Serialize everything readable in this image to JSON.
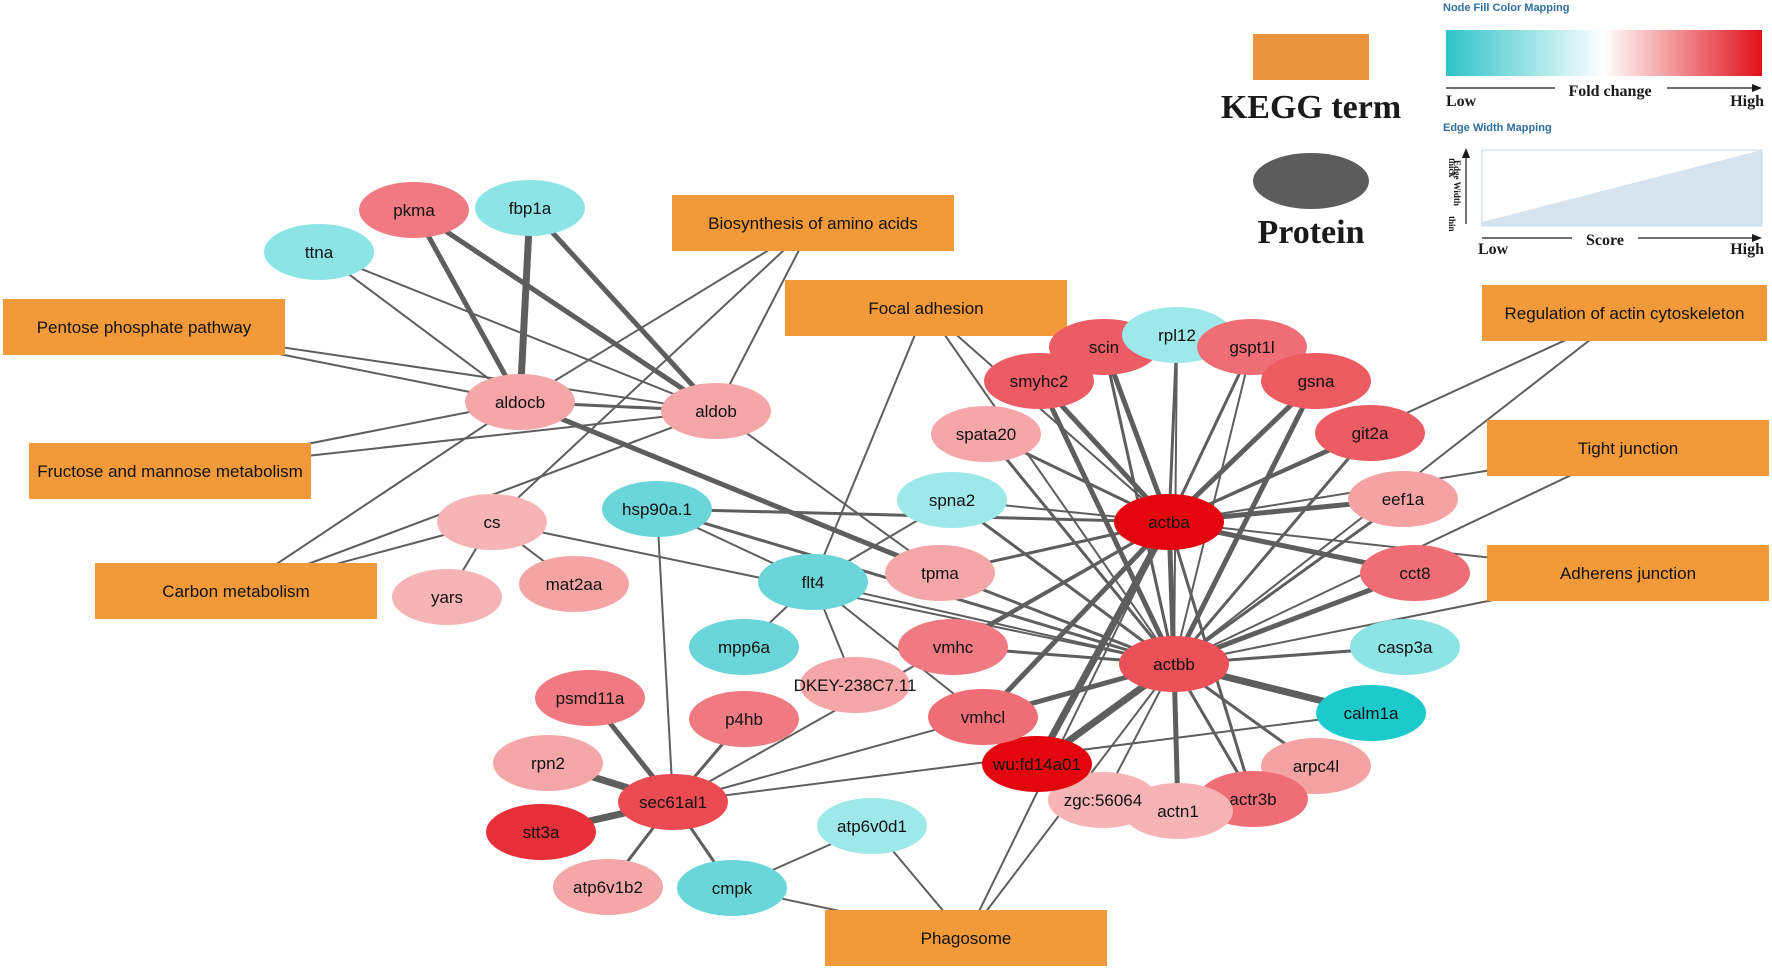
{
  "colors": {
    "edge": "#5e5e5e",
    "term_fill": "#f29a3a",
    "legend_protein": "#5c5c5c",
    "gradient_low": "#2ec4c8",
    "gradient_mid": "#ffffff",
    "gradient_high": "#e0101a",
    "edge_width_fill": "#d6e4ef"
  },
  "legend": {
    "kegg_label": "KEGG term",
    "protein_label": "Protein",
    "fill_title": "Node Fill Color Mapping",
    "fill_low": "Low",
    "fill_mid": "Fold change",
    "fill_high": "High",
    "edge_title": "Edge Width Mapping",
    "edge_axis": "Edge Width",
    "edge_thick": "thick",
    "edge_thin": "thin",
    "edge_low": "Low",
    "edge_mid": "Score",
    "edge_high": "High"
  },
  "terms": [
    {
      "id": "biosynth",
      "label": "Biosynthesis of amino acids"
    },
    {
      "id": "focal",
      "label": "Focal adhesion"
    },
    {
      "id": "regact",
      "label": "Regulation of actin cytoskeleton"
    },
    {
      "id": "pentose",
      "label": "Pentose phosphate pathway"
    },
    {
      "id": "fructose",
      "label": "Fructose and mannose metabolism"
    },
    {
      "id": "carbon",
      "label": "Carbon metabolism"
    },
    {
      "id": "tight",
      "label": "Tight junction"
    },
    {
      "id": "adherens",
      "label": "Adherens junction"
    },
    {
      "id": "phago",
      "label": "Phagosome"
    }
  ],
  "proteins": [
    {
      "id": "pkma",
      "label": "pkma",
      "color": "#f07a82"
    },
    {
      "id": "fbp1a",
      "label": "fbp1a",
      "color": "#8de4e6"
    },
    {
      "id": "ttna",
      "label": "ttna",
      "color": "#8de4e6"
    },
    {
      "id": "aldocb",
      "label": "aldocb",
      "color": "#f4a6a8"
    },
    {
      "id": "aldob",
      "label": "aldob",
      "color": "#f4a6a8"
    },
    {
      "id": "cs",
      "label": "cs",
      "color": "#f7b4b6"
    },
    {
      "id": "yars",
      "label": "yars",
      "color": "#f7b4b6"
    },
    {
      "id": "mat2aa",
      "label": "mat2aa",
      "color": "#f5a4a6"
    },
    {
      "id": "hsp90a1",
      "label": "hsp90a.1",
      "color": "#6bd6da"
    },
    {
      "id": "flt4",
      "label": "flt4",
      "color": "#6bd6da"
    },
    {
      "id": "mpp6a",
      "label": "mpp6a",
      "color": "#6bd6da"
    },
    {
      "id": "dkey",
      "label": "DKEY-238C7.11",
      "color": "#f4a6a8"
    },
    {
      "id": "tpma",
      "label": "tpma",
      "color": "#f4a6a8"
    },
    {
      "id": "spna2",
      "label": "spna2",
      "color": "#9ee8ea"
    },
    {
      "id": "spata20",
      "label": "spata20",
      "color": "#f4a6a8"
    },
    {
      "id": "smyhc2",
      "label": "smyhc2",
      "color": "#ec5c64"
    },
    {
      "id": "scin",
      "label": "scin",
      "color": "#ec5c64"
    },
    {
      "id": "rpl12",
      "label": "rpl12",
      "color": "#9ee8ea"
    },
    {
      "id": "gspt1l",
      "label": "gspt1l",
      "color": "#ef6e76"
    },
    {
      "id": "gsna",
      "label": "gsna",
      "color": "#ec5a62"
    },
    {
      "id": "git2a",
      "label": "git2a",
      "color": "#ec5c64"
    },
    {
      "id": "eef1a",
      "label": "eef1a",
      "color": "#f4a2a4"
    },
    {
      "id": "cct8",
      "label": "cct8",
      "color": "#ef6e76"
    },
    {
      "id": "casp3a",
      "label": "casp3a",
      "color": "#8de4e6"
    },
    {
      "id": "calm1a",
      "label": "calm1a",
      "color": "#1ccacc"
    },
    {
      "id": "arpc4l",
      "label": "arpc4l",
      "color": "#f4a2a4"
    },
    {
      "id": "actr3b",
      "label": "actr3b",
      "color": "#ef6e76"
    },
    {
      "id": "actn1",
      "label": "actn1",
      "color": "#f7b4b6"
    },
    {
      "id": "zgc56064",
      "label": "zgc:56064",
      "color": "#f7b4b6"
    },
    {
      "id": "wufd14a01",
      "label": "wu:fd14a01",
      "color": "#e3060e"
    },
    {
      "id": "vmhcl",
      "label": "vmhcl",
      "color": "#ef6e76"
    },
    {
      "id": "vmhc",
      "label": "vmhc",
      "color": "#f07a82"
    },
    {
      "id": "actba",
      "label": "actba",
      "color": "#e3060e"
    },
    {
      "id": "actbb",
      "label": "actbb",
      "color": "#ec5058"
    },
    {
      "id": "psmd11a",
      "label": "psmd11a",
      "color": "#f07a82"
    },
    {
      "id": "p4hb",
      "label": "p4hb",
      "color": "#f07a82"
    },
    {
      "id": "rpn2",
      "label": "rpn2",
      "color": "#f4a6a8"
    },
    {
      "id": "sec61al1",
      "label": "sec61al1",
      "color": "#ec4a52"
    },
    {
      "id": "stt3a",
      "label": "stt3a",
      "color": "#e8303a"
    },
    {
      "id": "atp6v1b2",
      "label": "atp6v1b2",
      "color": "#f4a6a8"
    },
    {
      "id": "cmpk",
      "label": "cmpk",
      "color": "#6bd6da"
    },
    {
      "id": "atp6v0d1",
      "label": "atp6v0d1",
      "color": "#9ee8ea"
    }
  ],
  "edges": [
    {
      "s": "pkma",
      "t": "aldocb",
      "w": 3
    },
    {
      "s": "pkma",
      "t": "aldob",
      "w": 3
    },
    {
      "s": "fbp1a",
      "t": "aldocb",
      "w": 4
    },
    {
      "s": "fbp1a",
      "t": "aldob",
      "w": 3
    },
    {
      "s": "ttna",
      "t": "aldocb",
      "w": 1
    },
    {
      "s": "ttna",
      "t": "aldob",
      "w": 1
    },
    {
      "s": "aldocb",
      "t": "aldob",
      "w": 2
    },
    {
      "s": "aldocb",
      "t": "tpma",
      "w": 3
    },
    {
      "s": "aldob",
      "t": "tpma",
      "w": 1
    },
    {
      "s": "aldocb",
      "t": "pentose",
      "w": 1
    },
    {
      "s": "aldob",
      "t": "pentose",
      "w": 1
    },
    {
      "s": "aldocb",
      "t": "fructose",
      "w": 1
    },
    {
      "s": "aldob",
      "t": "fructose",
      "w": 1
    },
    {
      "s": "aldocb",
      "t": "carbon",
      "w": 1
    },
    {
      "s": "aldob",
      "t": "carbon",
      "w": 1
    },
    {
      "s": "aldocb",
      "t": "biosynth",
      "w": 1
    },
    {
      "s": "aldob",
      "t": "biosynth",
      "w": 1
    },
    {
      "s": "cs",
      "t": "carbon",
      "w": 1
    },
    {
      "s": "cs",
      "t": "biosynth",
      "w": 1
    },
    {
      "s": "cs",
      "t": "yars",
      "w": 1
    },
    {
      "s": "cs",
      "t": "mat2aa",
      "w": 1
    },
    {
      "s": "cs",
      "t": "actbb",
      "w": 1
    },
    {
      "s": "hsp90a1",
      "t": "flt4",
      "w": 1
    },
    {
      "s": "hsp90a1",
      "t": "actba",
      "w": 2
    },
    {
      "s": "hsp90a1",
      "t": "actbb",
      "w": 2
    },
    {
      "s": "hsp90a1",
      "t": "sec61al1",
      "w": 1
    },
    {
      "s": "flt4",
      "t": "focal",
      "w": 1
    },
    {
      "s": "flt4",
      "t": "mpp6a",
      "w": 1
    },
    {
      "s": "flt4",
      "t": "dkey",
      "w": 1
    },
    {
      "s": "flt4",
      "t": "spna2",
      "w": 1
    },
    {
      "s": "flt4",
      "t": "actbb",
      "w": 1
    },
    {
      "s": "flt4",
      "t": "vmhcl",
      "w": 1
    },
    {
      "s": "tpma",
      "t": "actba",
      "w": 2
    },
    {
      "s": "tpma",
      "t": "actbb",
      "w": 2
    },
    {
      "s": "spna2",
      "t": "actba",
      "w": 1
    },
    {
      "s": "spna2",
      "t": "actbb",
      "w": 2
    },
    {
      "s": "spata20",
      "t": "actba",
      "w": 2
    },
    {
      "s": "spata20",
      "t": "actbb",
      "w": 2
    },
    {
      "s": "smyhc2",
      "t": "actba",
      "w": 3
    },
    {
      "s": "smyhc2",
      "t": "actbb",
      "w": 3
    },
    {
      "s": "scin",
      "t": "actba",
      "w": 3
    },
    {
      "s": "scin",
      "t": "actbb",
      "w": 2
    },
    {
      "s": "rpl12",
      "t": "actba",
      "w": 2
    },
    {
      "s": "rpl12",
      "t": "actbb",
      "w": 1
    },
    {
      "s": "gspt1l",
      "t": "actba",
      "w": 2
    },
    {
      "s": "gspt1l",
      "t": "actbb",
      "w": 1
    },
    {
      "s": "gsna",
      "t": "actba",
      "w": 3
    },
    {
      "s": "gsna",
      "t": "actbb",
      "w": 3
    },
    {
      "s": "git2a",
      "t": "actba",
      "w": 2
    },
    {
      "s": "git2a",
      "t": "actbb",
      "w": 2
    },
    {
      "s": "eef1a",
      "t": "actba",
      "w": 3
    },
    {
      "s": "eef1a",
      "t": "actbb",
      "w": 2
    },
    {
      "s": "cct8",
      "t": "actba",
      "w": 3
    },
    {
      "s": "cct8",
      "t": "actbb",
      "w": 3
    },
    {
      "s": "casp3a",
      "t": "actbb",
      "w": 2
    },
    {
      "s": "calm1a",
      "t": "actbb",
      "w": 4
    },
    {
      "s": "calm1a",
      "t": "sec61al1",
      "w": 1
    },
    {
      "s": "arpc4l",
      "t": "actbb",
      "w": 2
    },
    {
      "s": "actr3b",
      "t": "actbb",
      "w": 2
    },
    {
      "s": "actr3b",
      "t": "actba",
      "w": 2
    },
    {
      "s": "actn1",
      "t": "actbb",
      "w": 3
    },
    {
      "s": "zgc56064",
      "t": "actbb",
      "w": 1
    },
    {
      "s": "wufd14a01",
      "t": "actba",
      "w": 4
    },
    {
      "s": "wufd14a01",
      "t": "actbb",
      "w": 4
    },
    {
      "s": "vmhcl",
      "t": "actba",
      "w": 3
    },
    {
      "s": "vmhcl",
      "t": "actbb",
      "w": 3
    },
    {
      "s": "vmhc",
      "t": "actba",
      "w": 2
    },
    {
      "s": "vmhc",
      "t": "actbb",
      "w": 2
    },
    {
      "s": "actba",
      "t": "actbb",
      "w": 3
    },
    {
      "s": "actba",
      "t": "focal",
      "w": 1
    },
    {
      "s": "actbb",
      "t": "focal",
      "w": 1
    },
    {
      "s": "actba",
      "t": "regact",
      "w": 1
    },
    {
      "s": "actbb",
      "t": "regact",
      "w": 1
    },
    {
      "s": "actba",
      "t": "tight",
      "w": 1
    },
    {
      "s": "actbb",
      "t": "tight",
      "w": 1
    },
    {
      "s": "actba",
      "t": "adherens",
      "w": 1
    },
    {
      "s": "actbb",
      "t": "adherens",
      "w": 1
    },
    {
      "s": "actba",
      "t": "phago",
      "w": 1
    },
    {
      "s": "actbb",
      "t": "phago",
      "w": 1
    },
    {
      "s": "atp6v0d1",
      "t": "phago",
      "w": 1
    },
    {
      "s": "cmpk",
      "t": "phago",
      "w": 1
    },
    {
      "s": "cmpk",
      "t": "atp6v0d1",
      "w": 1
    },
    {
      "s": "sec61al1",
      "t": "psmd11a",
      "w": 3
    },
    {
      "s": "sec61al1",
      "t": "p4hb",
      "w": 2
    },
    {
      "s": "sec61al1",
      "t": "rpn2",
      "w": 4
    },
    {
      "s": "sec61al1",
      "t": "stt3a",
      "w": 4
    },
    {
      "s": "sec61al1",
      "t": "atp6v1b2",
      "w": 2
    },
    {
      "s": "sec61al1",
      "t": "cmpk",
      "w": 2
    },
    {
      "s": "sec61al1",
      "t": "actbb",
      "w": 1
    },
    {
      "s": "sec61al1",
      "t": "actba",
      "w": 1
    }
  ]
}
